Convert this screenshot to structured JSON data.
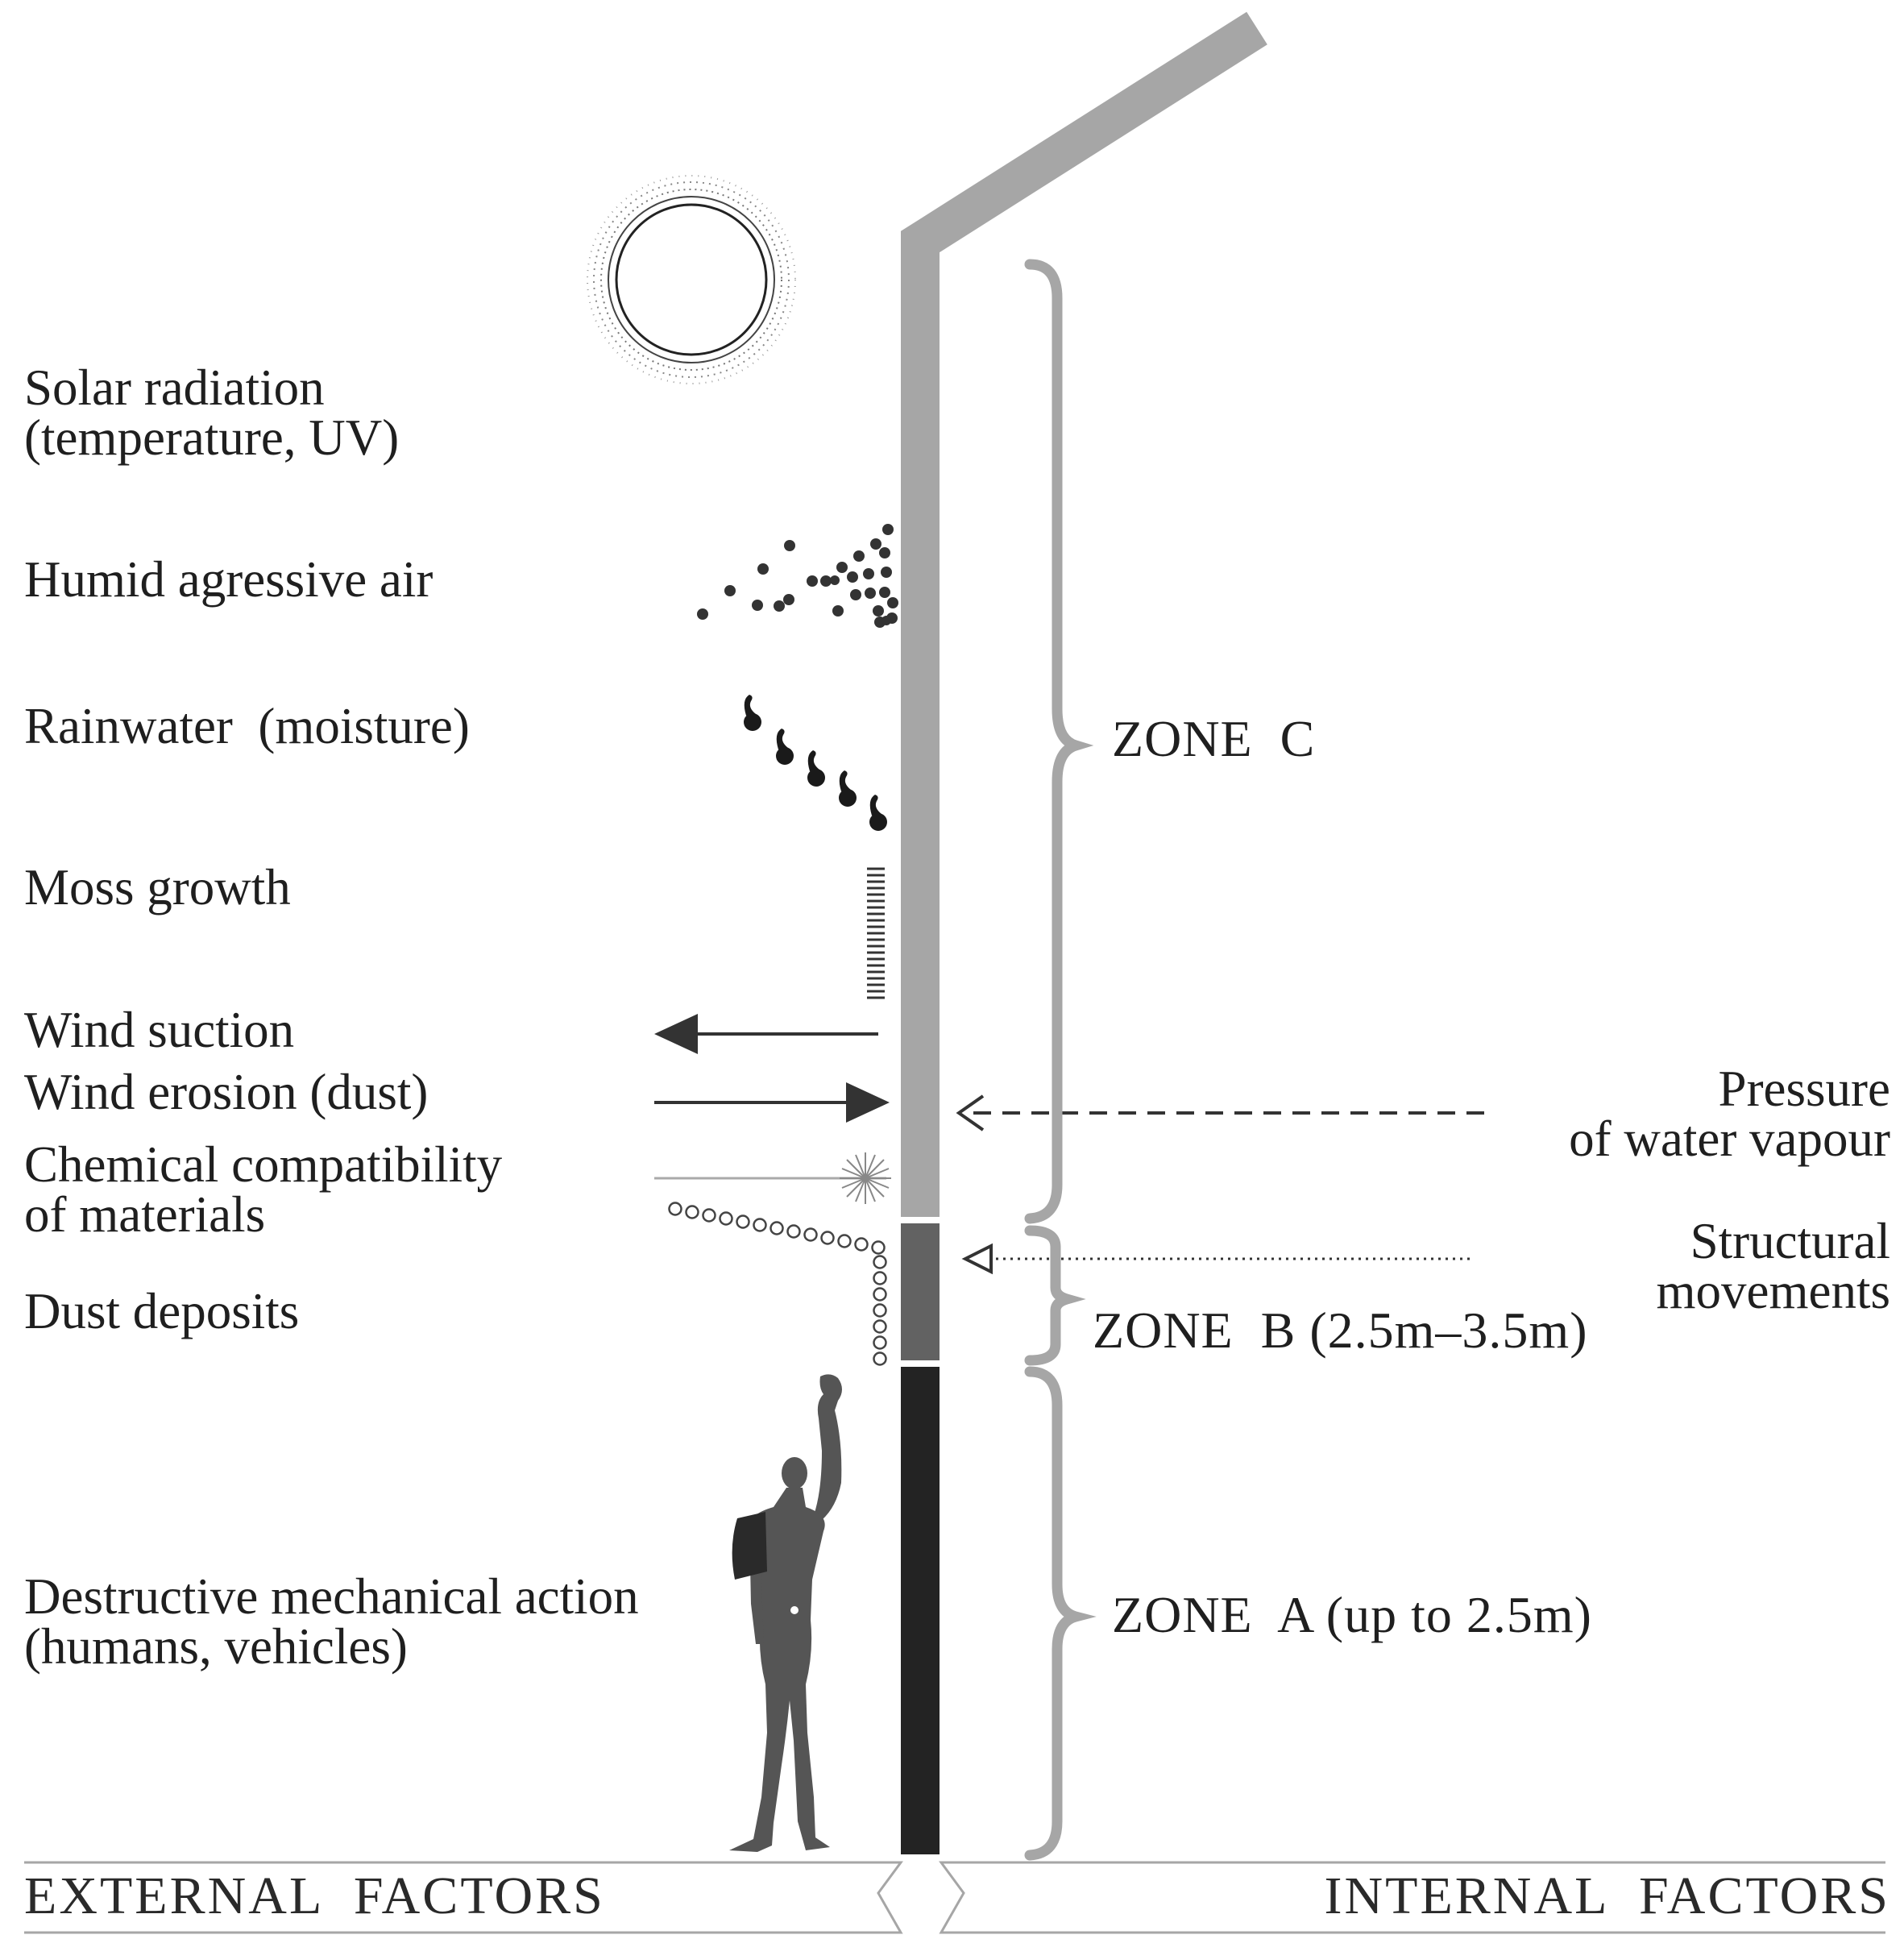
{
  "external_factors": [
    {
      "id": "solar",
      "lines": [
        "Solar radiation",
        "(temperature, UV)"
      ],
      "icon": "sun-icon"
    },
    {
      "id": "humid",
      "lines": [
        "Humid agressive air"
      ],
      "icon": "particles-icon"
    },
    {
      "id": "rain",
      "lines": [
        "Rainwater  (moisture)"
      ],
      "icon": "raindrops-icon"
    },
    {
      "id": "moss",
      "lines": [
        "Moss growth"
      ],
      "icon": "moss-icon"
    },
    {
      "id": "suction",
      "lines": [
        "Wind suction"
      ],
      "icon": "arrow-left-icon"
    },
    {
      "id": "erosion",
      "lines": [
        "Wind erosion (dust)"
      ],
      "icon": "arrow-right-icon"
    },
    {
      "id": "chemical",
      "lines": [
        "Chemical compatibility",
        "of materials"
      ],
      "icon": "starburst-icon"
    },
    {
      "id": "dust",
      "lines": [
        "Dust deposits"
      ],
      "icon": "circles-icon"
    },
    {
      "id": "mechanical",
      "lines": [
        "Destructive mechanical action",
        "(humans, vehicles)"
      ],
      "icon": "human-figure-icon"
    }
  ],
  "internal_factors": [
    {
      "id": "vapour",
      "lines": [
        "Pressure",
        "of water vapour"
      ],
      "icon": "dashed-arrow-icon"
    },
    {
      "id": "structural",
      "lines": [
        "Structural",
        "movements"
      ],
      "icon": "dotted-arrow-icon"
    }
  ],
  "zones": {
    "c": "ZONE  C",
    "b": "ZONE  B (2.5m–3.5m)",
    "a": "ZONE  A (up to 2.5m)"
  },
  "footer": {
    "external": "EXTERNAL  FACTORS",
    "internal": "INTERNAL  FACTORS"
  },
  "colors": {
    "zone_c_wall": "#a6a6a6",
    "zone_b_wall": "#626262",
    "zone_a_wall": "#232323",
    "braces": "#a6a6a6",
    "text": "#1f1f1f"
  }
}
